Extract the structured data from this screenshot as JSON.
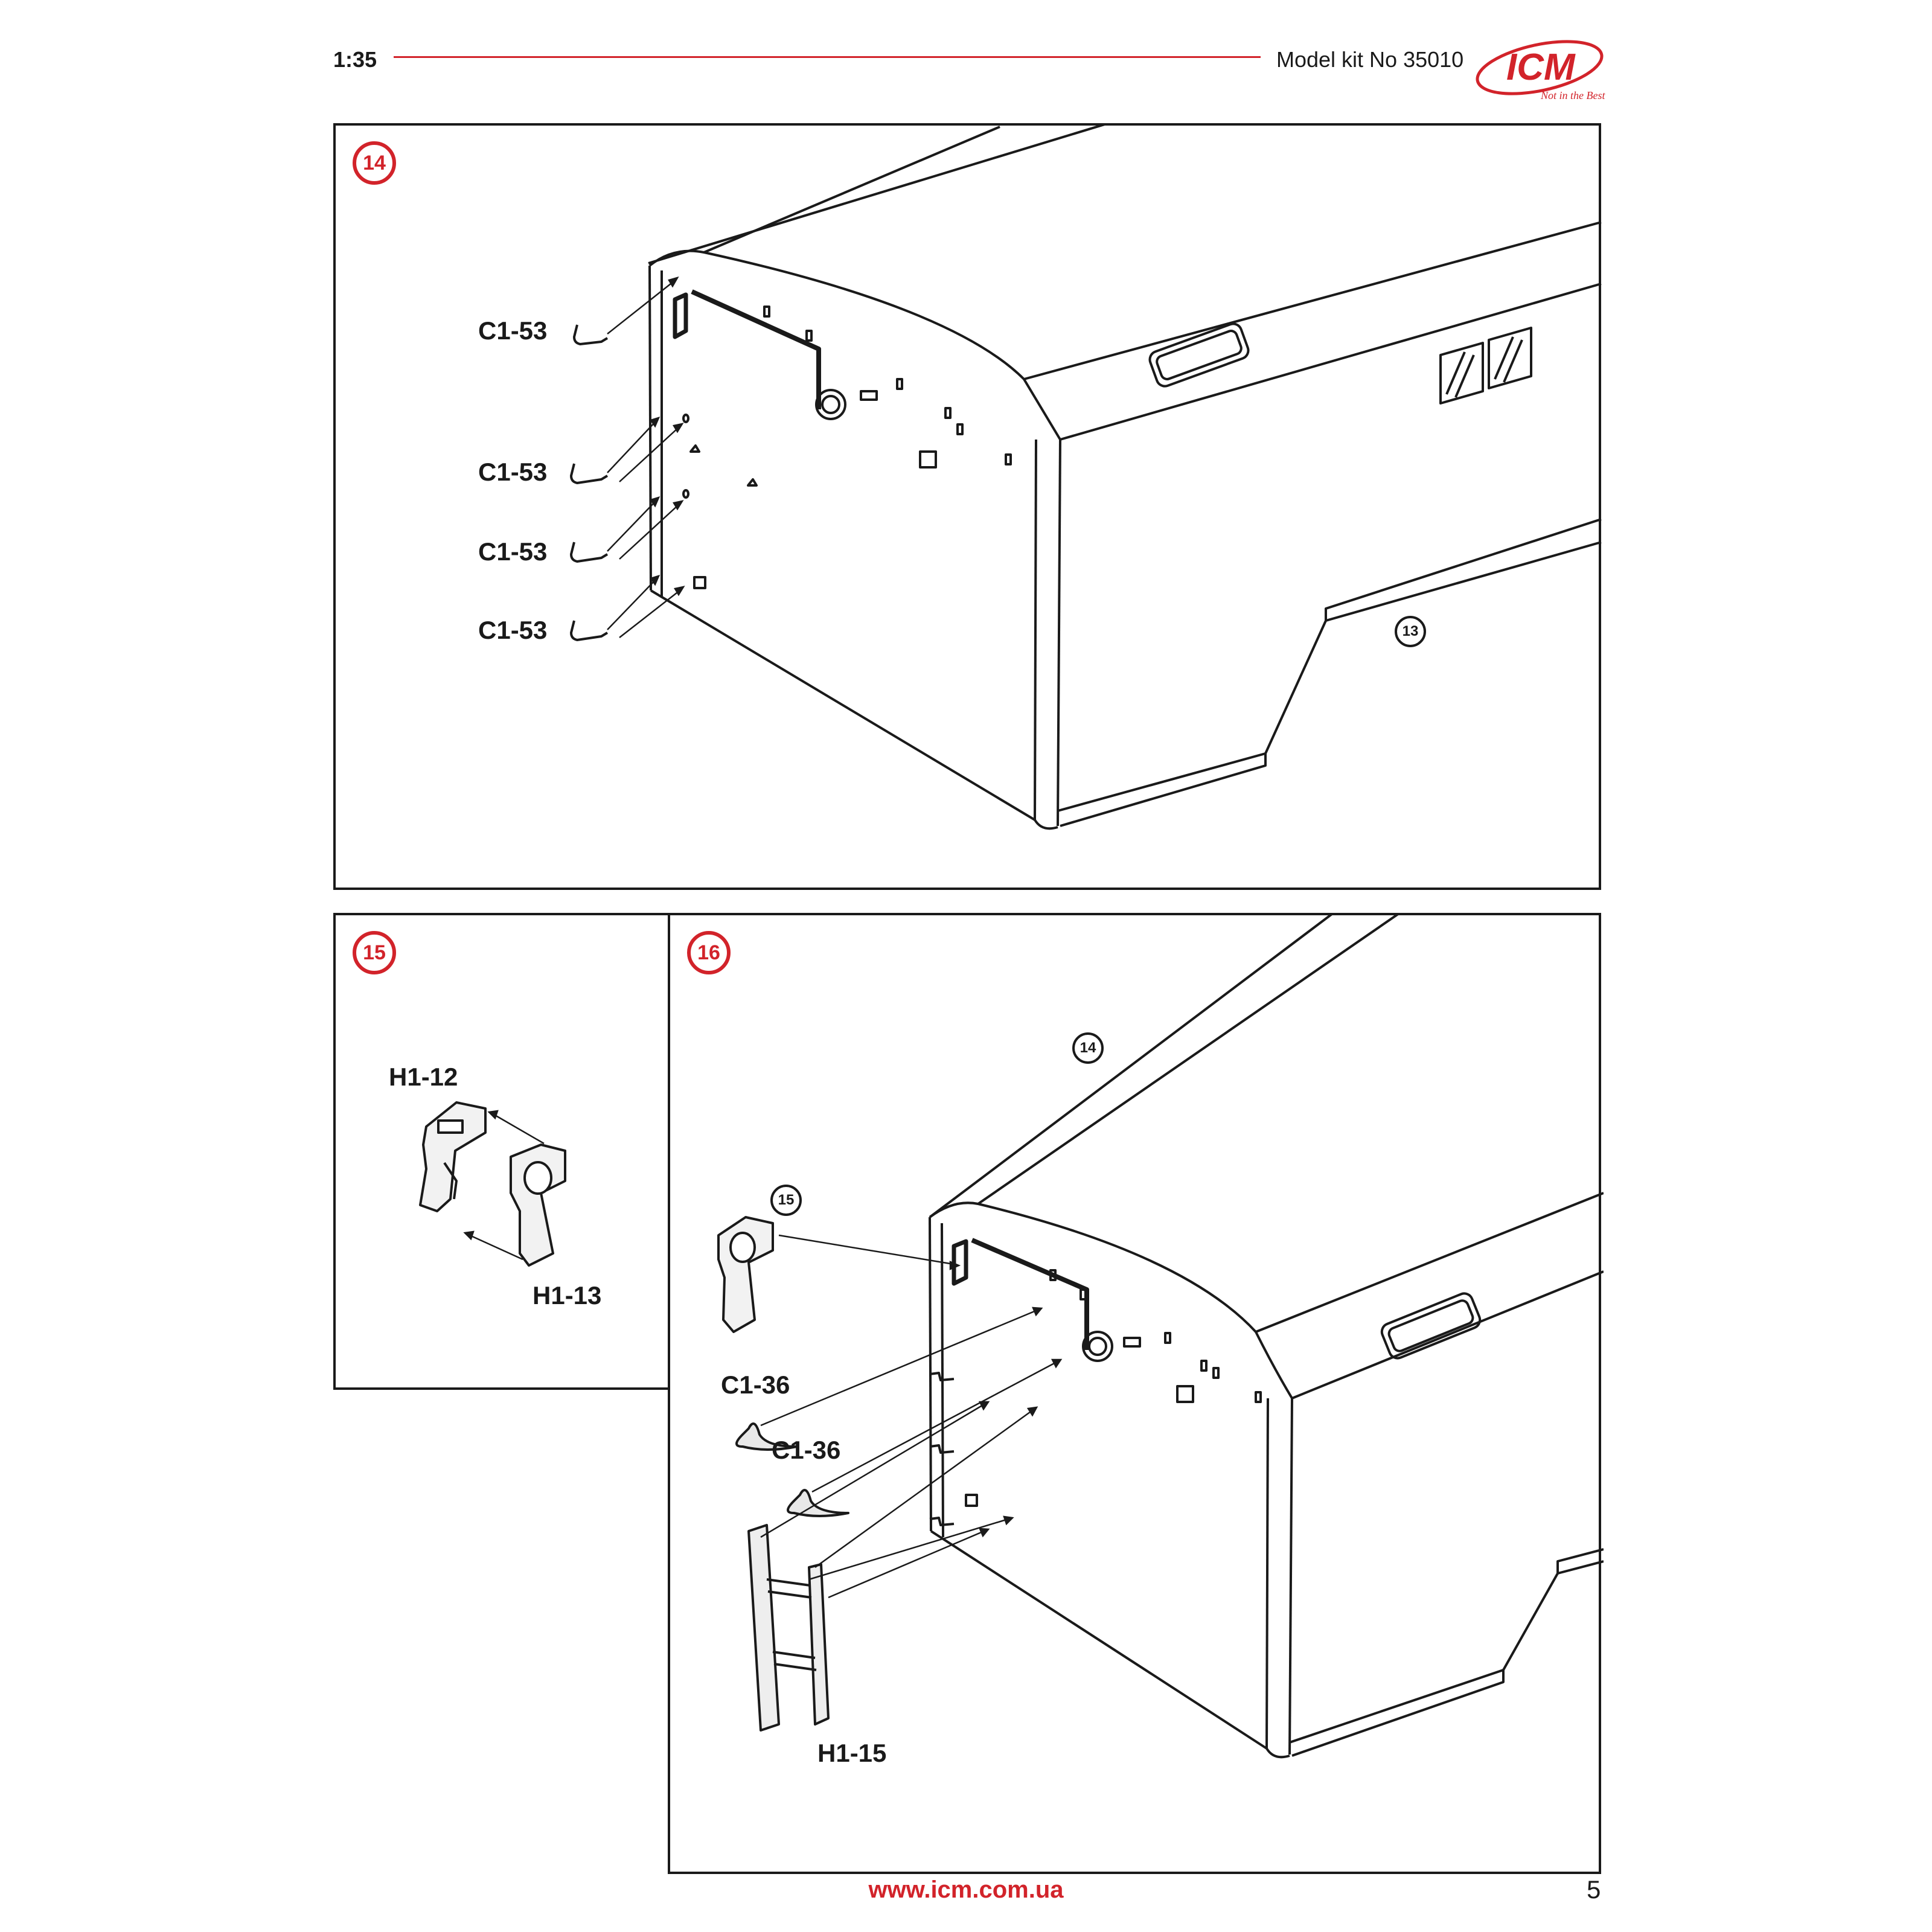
{
  "header": {
    "scale": "1:35",
    "model_kit": "Model kit No 35010",
    "logo_text": "ICM",
    "logo_tagline": "Not in the Best",
    "accent_color": "#d2232a"
  },
  "step14": {
    "number": "14",
    "ref": "13",
    "labels": [
      "C1-53",
      "C1-53",
      "C1-53",
      "C1-53"
    ]
  },
  "step15": {
    "number": "15",
    "labels": {
      "top": "H1-12",
      "bottom": "H1-13"
    }
  },
  "step16": {
    "number": "16",
    "ref_body": "14",
    "ref_bracket": "15",
    "labels": {
      "clip_a": "C1-36",
      "clip_b": "C1-36",
      "ladder": "H1-15"
    }
  },
  "footer": {
    "url": "www.icm.com.ua",
    "page": "5"
  }
}
